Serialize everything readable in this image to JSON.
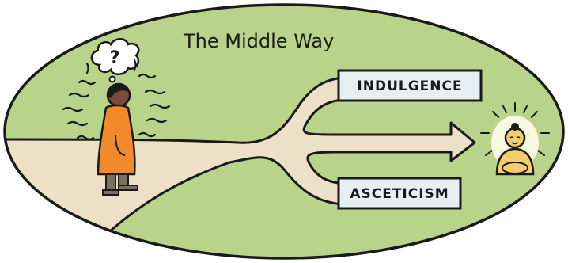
{
  "diagram": {
    "title": "The Middle Way",
    "figure_thought": "?",
    "paths": [
      {
        "label": "INDULGENCE",
        "icon": "signpost-icon"
      },
      {
        "label": "ASCETICISM",
        "icon": "signpost-icon"
      }
    ],
    "colors": {
      "grass": "#b9d48a",
      "path": "#ece0c6",
      "sign_fill": "#e6f0f3",
      "robe": "#f08a2a",
      "skin": "#7a4a3a",
      "buddha": "#f2cf6a",
      "outline": "#1a1a1a"
    }
  }
}
